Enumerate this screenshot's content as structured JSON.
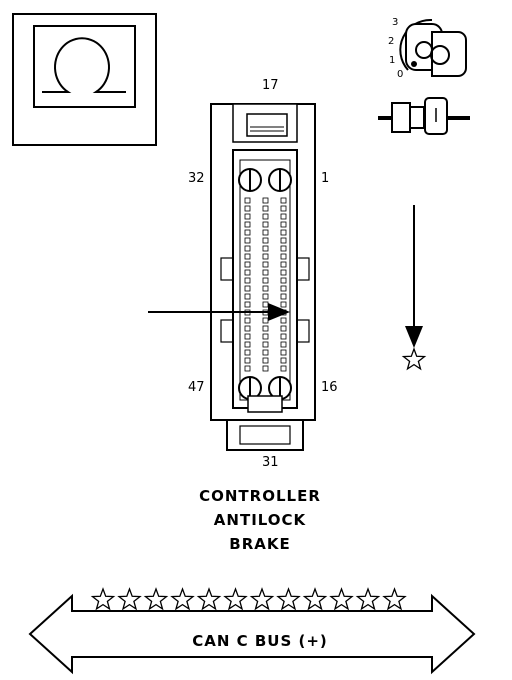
{
  "connector": {
    "pin_top": "17",
    "pin_top_left": "32",
    "pin_top_right": "1",
    "pin_bottom_left": "47",
    "pin_bottom_right": "16",
    "pin_bottom": "31"
  },
  "ignition": {
    "positions": [
      "3",
      "2",
      "1",
      "0"
    ]
  },
  "component": {
    "line1": "CONTROLLER",
    "line2": "ANTILOCK",
    "line3": "BRAKE"
  },
  "bus": {
    "label": "CAN C BUS (+)"
  }
}
